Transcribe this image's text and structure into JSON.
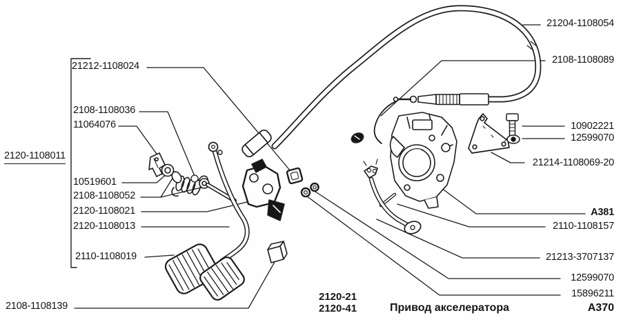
{
  "diagram": {
    "group_bracket_label": "2120-1108011",
    "left_callouts": [
      "21212-1108024",
      "2108-1108036",
      "11064076",
      "10519601",
      "2108-1108052",
      "2120-1108021",
      "2120-1108013",
      "2110-1108019",
      "2108-1108139"
    ],
    "right_callouts": [
      "21204-1108054",
      "2108-1108089",
      "10902221",
      "12599070",
      "21214-1108069-20",
      "A381",
      "2110-1108157",
      "21213-3707137",
      "12599070",
      "15896211"
    ],
    "footer": {
      "model_codes": [
        "2120-21",
        "2120-41"
      ],
      "title": "Привод акселератора",
      "sheet_code": "A370"
    },
    "colors": {
      "line": "#1c1c1c",
      "background": "#fefefe"
    }
  }
}
